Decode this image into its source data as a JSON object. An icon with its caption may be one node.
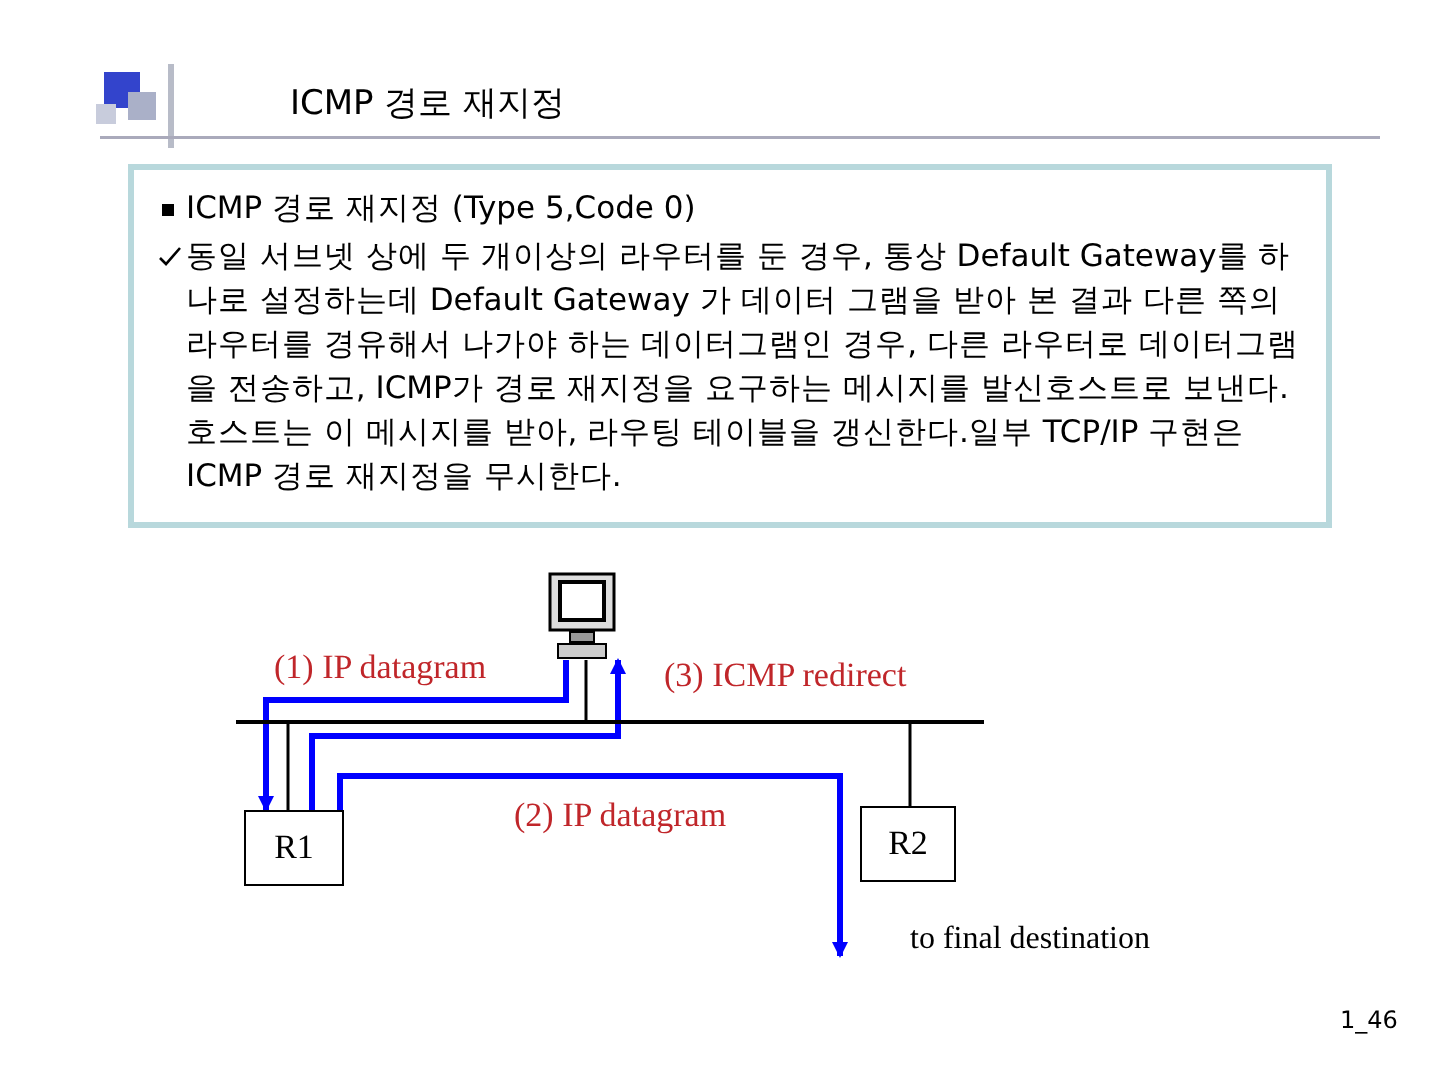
{
  "diagram": {
    "title": "ICMP 경로 재지정",
    "nodes": [
      {
        "text": [
          "ICMP 경로 재지정 (Type 5,Code 0)",
          "동일 서브넷 상에 두 개이상의 라우터를 둔 경우, 통상 Default Gateway를 하나로 설정하는데 Default Gateway 가 데이터 그램을 받아 본 결과 다른  쪽의 라우터를 경유해서 나가야 하는 데이터그램인 경우, 다른 라우터로 데이터그램을 전송하고, ICMP가 경로 재지정을 요구하는 메시지를 발신호스트로 보낸다.호스트는 이 메시지를 받아, 라우팅 테이블을 갱신한다.일부 TCP/IP 구현은  ICMP 경로 재지정을 무시한다."
        ]
      },
      {
        "text": [],
        "shape": "computer"
      },
      {
        "text": [],
        "shape": "bar"
      },
      {
        "text": [
          "R1"
        ]
      },
      {
        "text": [
          "R2"
        ]
      },
      {
        "text": [
          "to final destination"
        ]
      }
    ],
    "edges": [
      {
        "from": 1,
        "to": 2,
        "arrow": "none"
      },
      {
        "from": 3,
        "to": 2,
        "arrow": "none"
      },
      {
        "from": 4,
        "to": 2,
        "arrow": "none"
      },
      {
        "from": 1,
        "to": 3,
        "arrow": "to",
        "label": "(1) IP datagram",
        "style": "thick",
        "color": "#0000ff"
      },
      {
        "from": 3,
        "to": 5,
        "arrow": "to",
        "label": "(2) IP datagram",
        "style": "thick",
        "color": "#0000ff"
      },
      {
        "from": 3,
        "to": 1,
        "arrow": "to",
        "label": "(3) ICMP redirect",
        "style": "thick",
        "color": "#0000ff"
      }
    ],
    "labels": [
      "1_46"
    ]
  }
}
